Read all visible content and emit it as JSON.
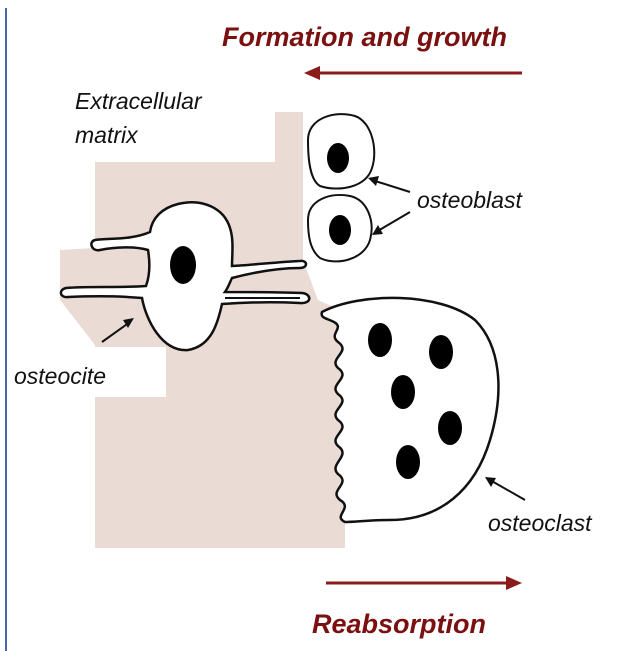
{
  "diagram": {
    "heading_top": "Formation and growth",
    "heading_bottom": "Reabsorption",
    "labels": {
      "extracellular_matrix_line1": "Extracellular",
      "extracellular_matrix_line2": "matrix",
      "osteoblast": "osteoblast",
      "osteocite": "osteocite",
      "osteoclast": "osteoclast"
    },
    "colors": {
      "matrix": "#eadbd5",
      "arrow": "#8b1a1a",
      "heading": "#7a1010",
      "border": "#4a64a8",
      "outline": "#111111"
    }
  }
}
